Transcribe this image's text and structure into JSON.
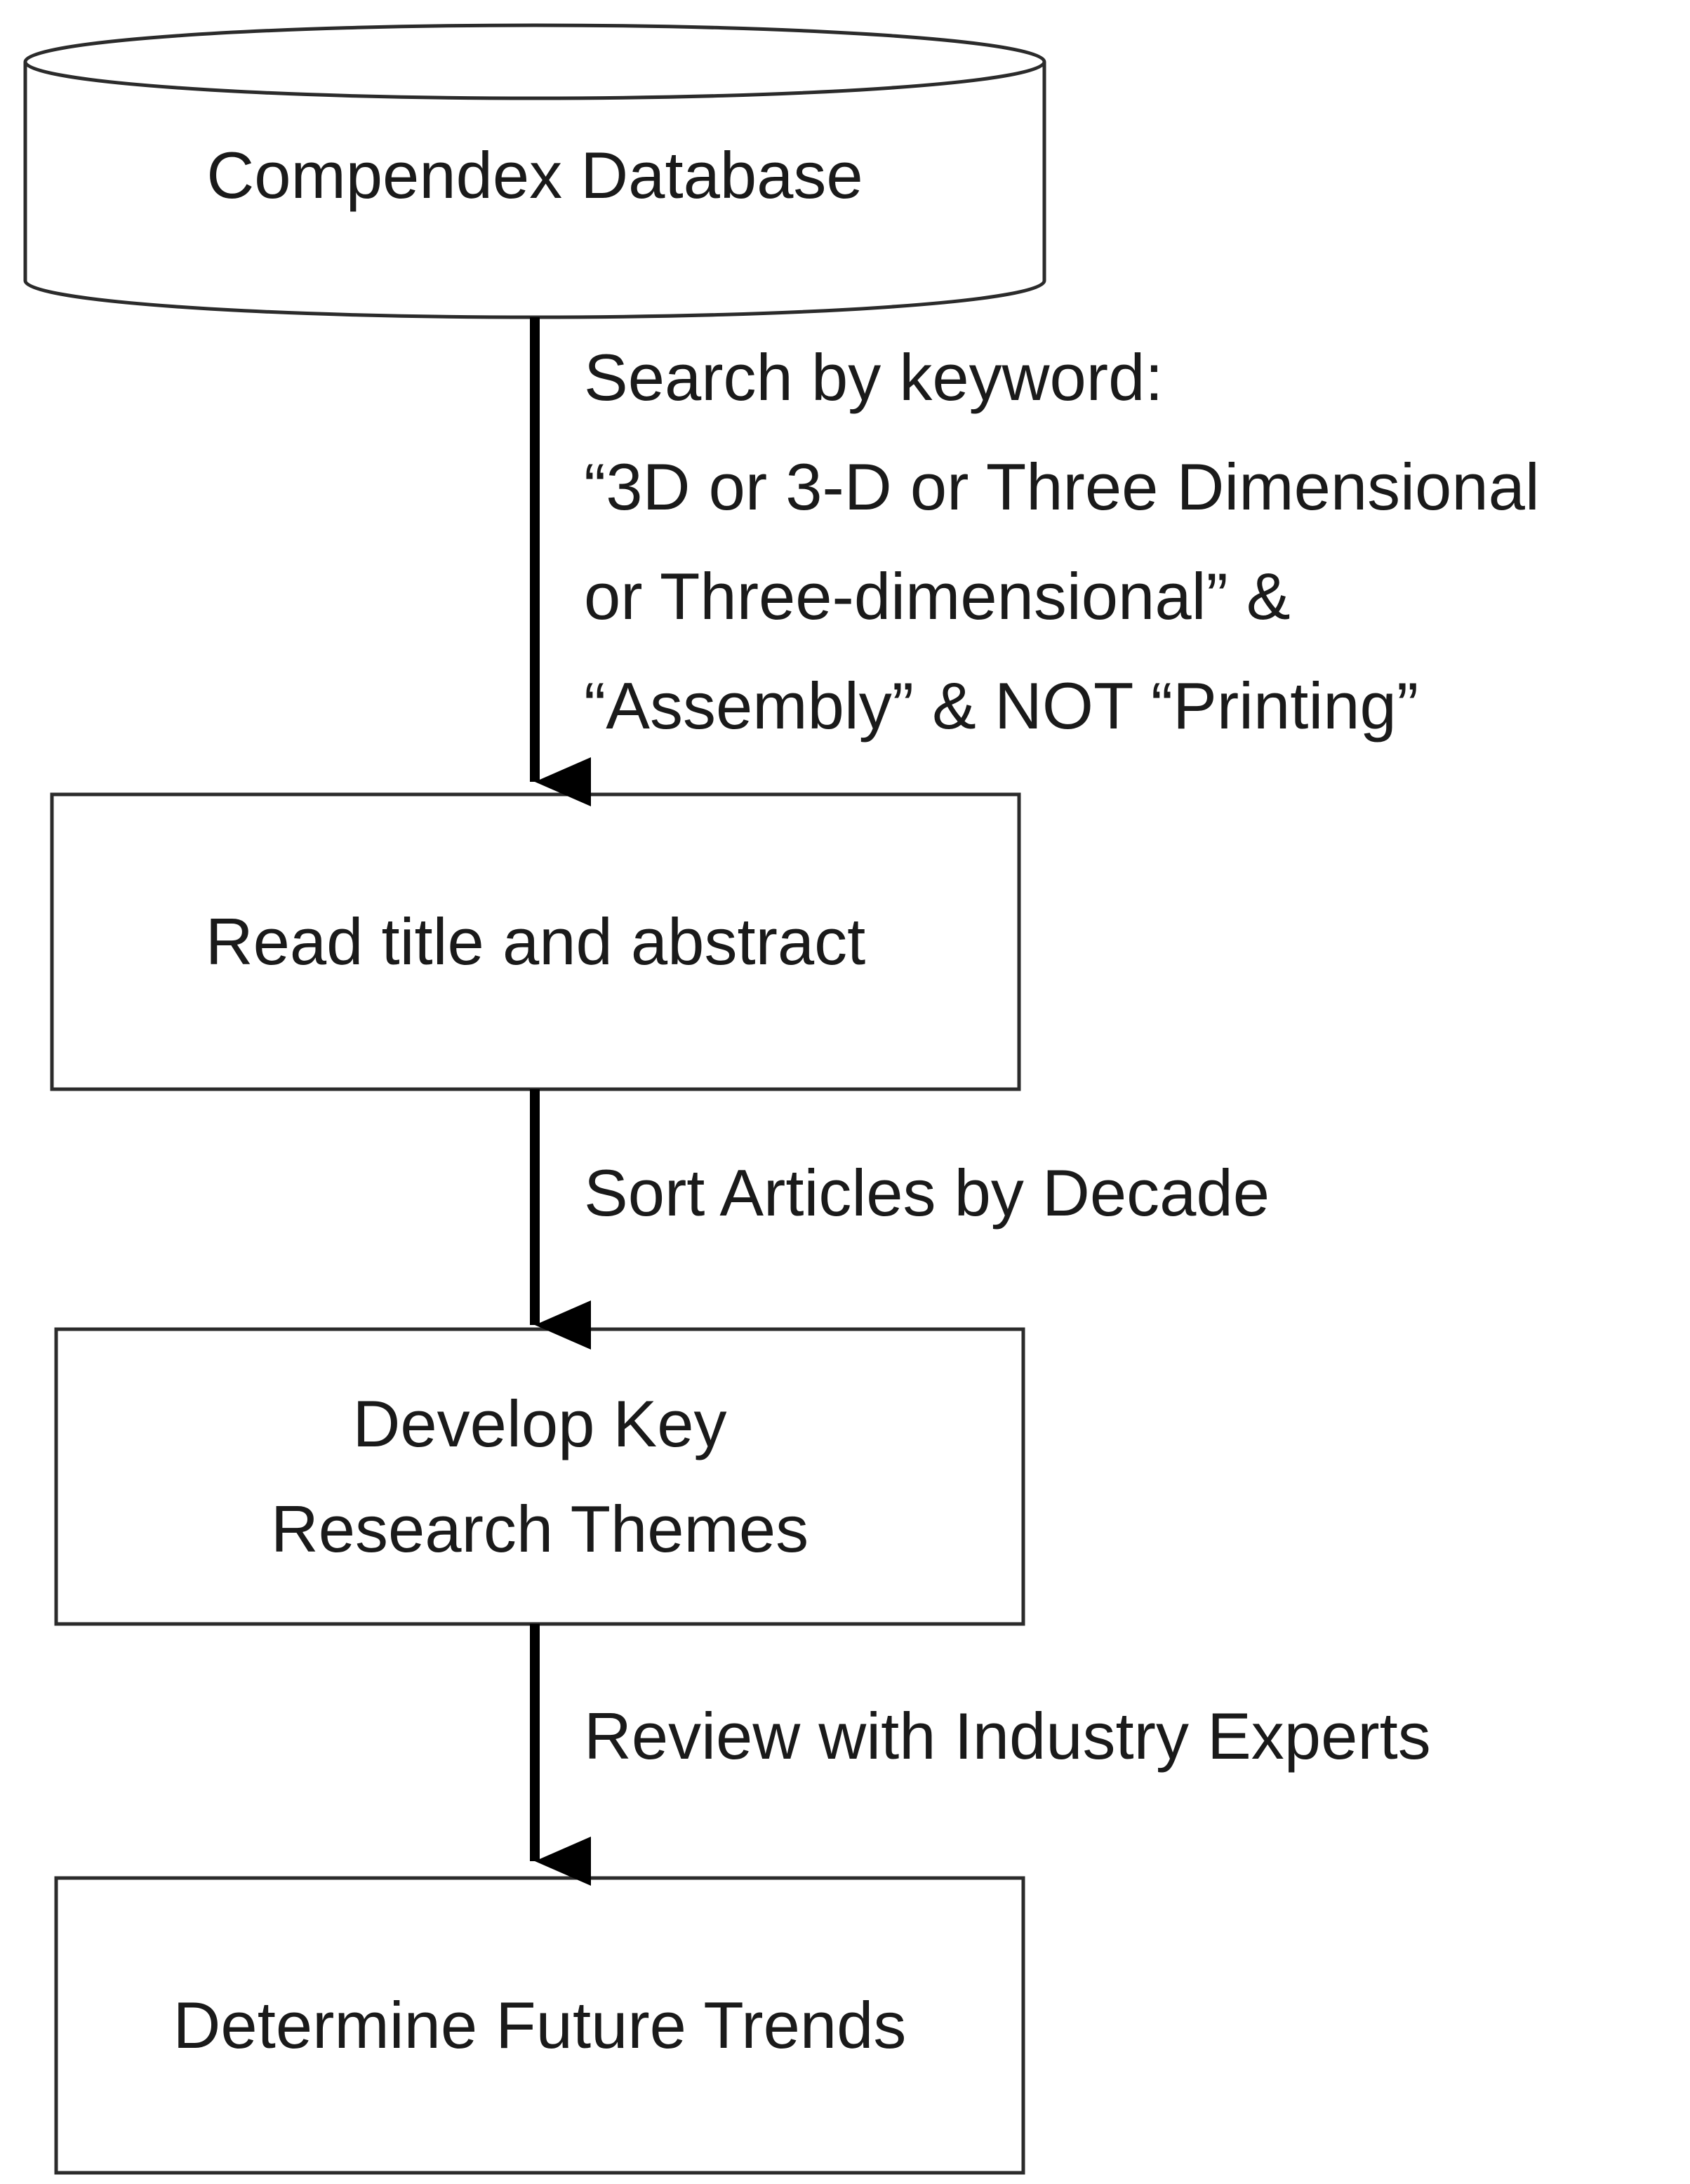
{
  "diagram": {
    "nodes": {
      "database": {
        "label": "Compendex Database"
      },
      "read": {
        "label": "Read title and abstract"
      },
      "develop": {
        "label": "Develop Key Research Themes"
      },
      "determine": {
        "label": "Determine Future Trends"
      }
    },
    "edges": {
      "search": {
        "lines": [
          "Search by keyword:",
          "“3D or 3-D or Three Dimensional",
          "or Three-dimensional” &",
          "“Assembly” & NOT “Printing”"
        ]
      },
      "sort": {
        "label": "Sort Articles by Decade"
      },
      "review": {
        "label": "Review with Industry Experts"
      }
    }
  }
}
